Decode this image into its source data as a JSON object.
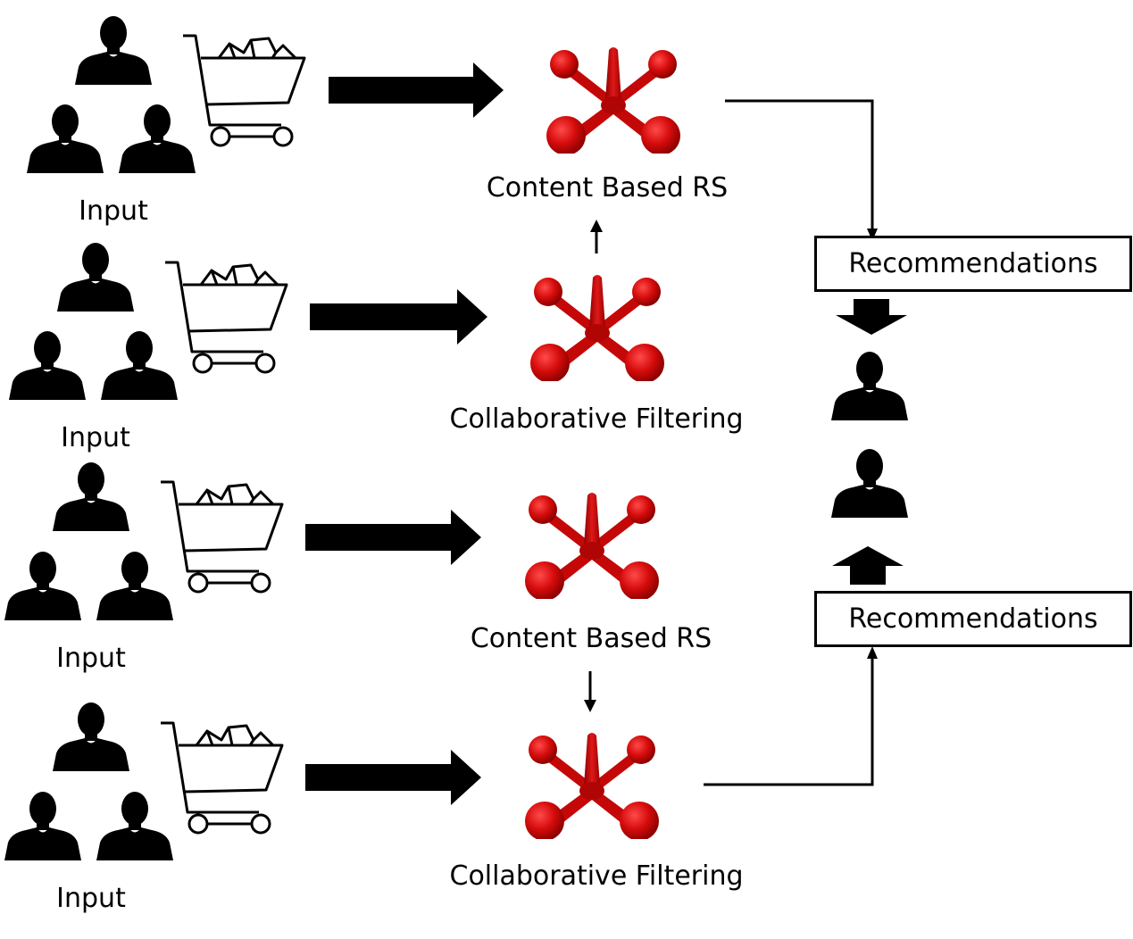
{
  "inputs": [
    {
      "label": "Input"
    },
    {
      "label": "Input"
    },
    {
      "label": "Input"
    },
    {
      "label": "Input"
    }
  ],
  "engines": [
    {
      "label": "Content Based RS"
    },
    {
      "label": "Collaborative Filtering"
    },
    {
      "label": "Content Based RS"
    },
    {
      "label": "Collaborative Filtering"
    }
  ],
  "outputs": {
    "recommendations_top": "Recommendations",
    "recommendations_bottom": "Recommendations"
  },
  "colors": {
    "engine_red": "#cc0a0a",
    "ink": "#000000"
  },
  "icons": [
    "user-icon",
    "shopping-cart-icon",
    "engine-icon",
    "arrow-icon"
  ]
}
